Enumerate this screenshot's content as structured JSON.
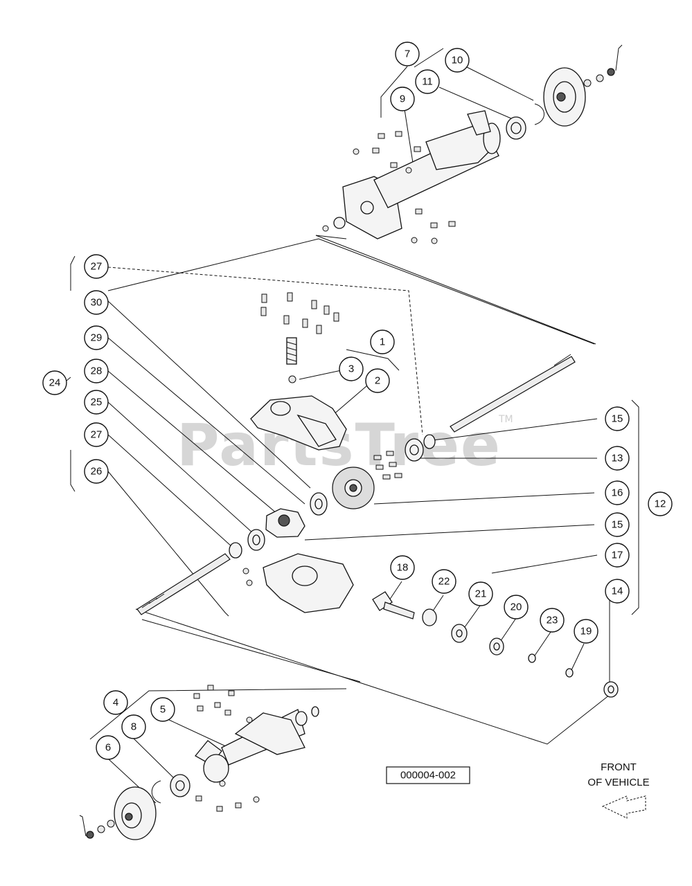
{
  "watermark": {
    "text": "PartsTree",
    "trademark": "TM"
  },
  "drawing_code": "000004-002",
  "front_indicator": {
    "line1": "FRONT",
    "line2": "OF VEHICLE"
  },
  "callouts": [
    "1",
    "2",
    "3",
    "4",
    "5",
    "6",
    "7",
    "8",
    "9",
    "10",
    "11",
    "12",
    "13",
    "14",
    "15",
    "15",
    "16",
    "17",
    "18",
    "19",
    "20",
    "21",
    "22",
    "23",
    "24",
    "25",
    "26",
    "27",
    "27",
    "28",
    "29",
    "30"
  ],
  "colors": {
    "line": "#111111",
    "watermark": "#cfcfcf",
    "background": "#ffffff"
  }
}
